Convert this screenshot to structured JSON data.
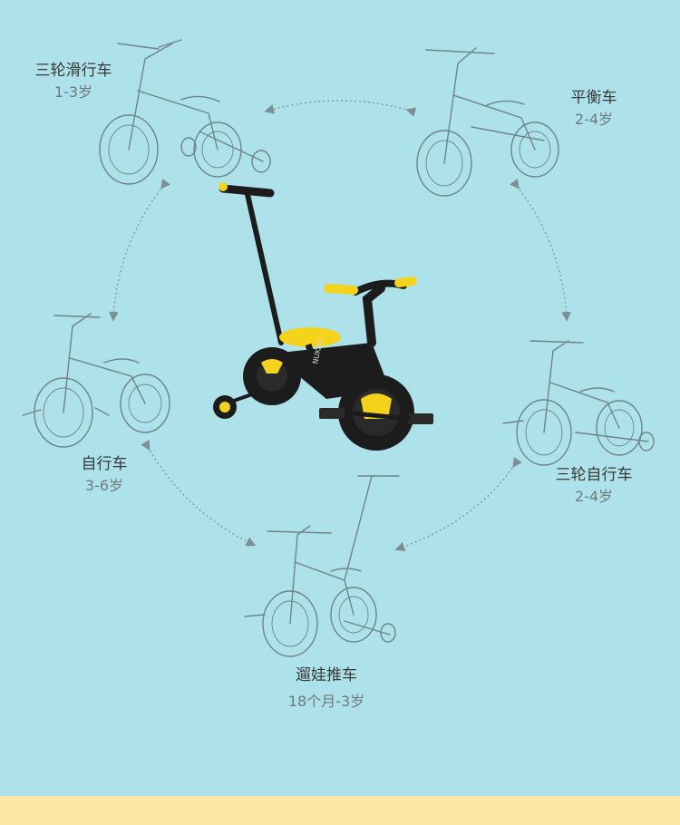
{
  "modes": [
    {
      "id": "tricycle-scooter",
      "name": "三轮滑行车",
      "age": "1-3岁"
    },
    {
      "id": "balance-bike",
      "name": "平衡车",
      "age": "2-4岁"
    },
    {
      "id": "bicycle",
      "name": "自行车",
      "age": "3-6岁"
    },
    {
      "id": "training-bicycle",
      "name": "三轮自行车",
      "age": "2-4岁"
    },
    {
      "id": "push-stroller",
      "name": "遛娃推车",
      "age": "18个月-3岁"
    }
  ],
  "product": {
    "brand_text": "NUKAS"
  },
  "colors": {
    "background": "#aee2ea",
    "accent": "#f3d31b",
    "frame": "#1c1c1c",
    "bottom_band": "#fde7a6"
  }
}
